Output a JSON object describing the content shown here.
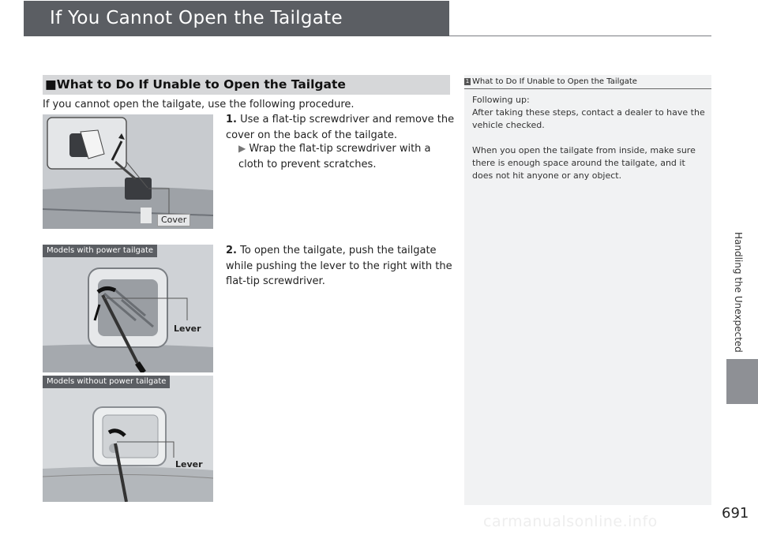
{
  "page": {
    "title": "If You Cannot Open the Tailgate",
    "side_tab": "Handling the Unexpected",
    "page_number": "691",
    "watermark": "carmanualsonline.info"
  },
  "section": {
    "heading": "What to Do If Unable to Open the Tailgate",
    "intro": "If you cannot open the tailgate, use the following procedure.",
    "steps": [
      {
        "number": "1.",
        "text": "Use a flat-tip screwdriver and remove the cover on the back of the tailgate.",
        "sub": "Wrap the flat-tip screwdriver with a cloth to prevent scratches."
      },
      {
        "number": "2.",
        "text": "To open the tailgate, push the tailgate while pushing the lever to the right with the flat-tip screwdriver."
      }
    ]
  },
  "figures": {
    "cover_label": "Cover",
    "power_label": "Models with power tailgate",
    "no_power_label": "Models without power tailgate",
    "lever_label": "Lever"
  },
  "notes": {
    "heading": "What to Do If Unable to Open the Tailgate",
    "para1_title": "Following up:",
    "para1_text": "After taking these steps, contact a dealer to have the vehicle checked.",
    "para2_text": "When you open the tailgate from inside, make sure there is enough space around the tailgate, and it does not hit anyone or any object."
  },
  "colors": {
    "title_bar": "#5b5e63",
    "section_bar": "#d6d7d9",
    "notes_bg": "#f1f2f3",
    "tab_block": "#8e9095"
  },
  "icons": {
    "step_arrow": "triangle-right-icon",
    "note_marker": "note-icon"
  }
}
